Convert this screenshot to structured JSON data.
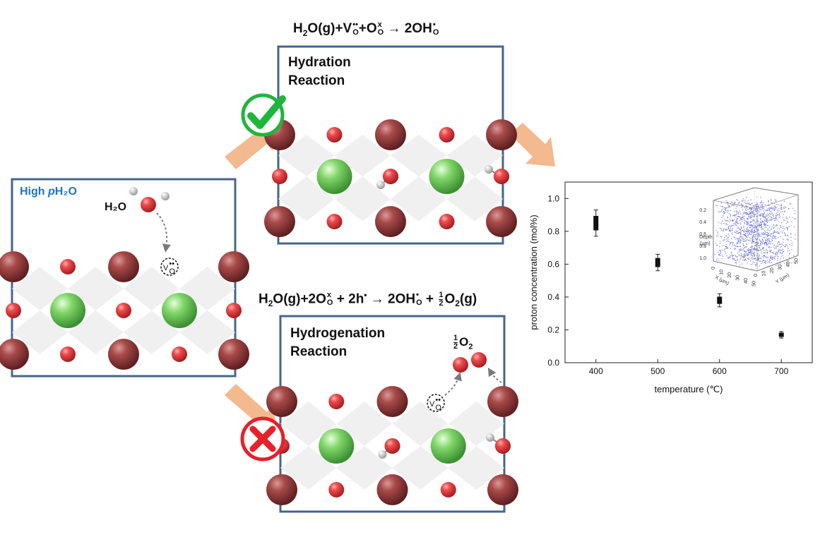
{
  "left_panel": {
    "title_prefix": "High ",
    "title_p": "p",
    "title_suffix": "H₂O",
    "water_label": "H₂O",
    "vacancy_label": "V",
    "vacancy_sub": "O",
    "vacancy_sup": "••"
  },
  "top_panel": {
    "title_line1": "Hydration",
    "title_line2": "Reaction",
    "equation": {
      "part1": "H",
      "part1_sub": "2",
      "part2": "O(g)+V",
      "v_sup": "••",
      "v_sub": "O",
      "part3": "+O",
      "o_sup": "x",
      "o_sub": "O",
      "arrow": " → 2OH",
      "oh_sup": "•",
      "oh_sub": "O"
    },
    "status": "success"
  },
  "bottom_panel": {
    "title_line1": "Hydrogenation",
    "title_line2": "Reaction",
    "o2_frac_num": "1",
    "o2_frac_den": "2",
    "o2_label": "O",
    "o2_sub": "2",
    "equation": {
      "part1": "H",
      "part1_sub": "2",
      "part2": "O(g)+2O",
      "o_sup": "x",
      "o_sub": "O",
      "part3": " + 2h",
      "h_sup": "•",
      "arrow": " → 2OH",
      "oh_sup": "•",
      "oh_sub": "O",
      "plus": " + ",
      "frac_num": "1",
      "frac_den": "2",
      "o2": "O",
      "o2_sub": "2",
      "o2_tail": "(g)"
    },
    "status": "failure"
  },
  "colors": {
    "box_border": "#46658c",
    "title_blue": "#1f74c4",
    "arrow_orange": "#f3b98f",
    "check_green": "#1fb53d",
    "cross_red": "#e8202a",
    "oxygen": "#e0393c",
    "cation_large": "#9a3c3c",
    "cation_green": "#6fcd5d"
  },
  "chart_data": {
    "type": "scatter",
    "xlabel": "temperature (℃)",
    "ylabel": "proton concentration (mol%)",
    "xlim": [
      350,
      750
    ],
    "ylim": [
      0.0,
      1.1
    ],
    "x_ticks": [
      400,
      500,
      600,
      700
    ],
    "y_ticks": [
      0.0,
      0.2,
      0.4,
      0.6,
      0.8,
      1.0
    ],
    "points": [
      {
        "x": 400,
        "y": 0.85,
        "err": 0.08
      },
      {
        "x": 500,
        "y": 0.61,
        "err": 0.05
      },
      {
        "x": 600,
        "y": 0.38,
        "err": 0.04
      },
      {
        "x": 700,
        "y": 0.17,
        "err": 0.02
      }
    ],
    "inset": {
      "z_label": "Depth",
      "z_unit": "(μm)",
      "z_ticks": [
        "0.2",
        "0.4",
        "0.6",
        "0.8",
        "1.0"
      ],
      "x_label": "X (μm)",
      "x_ticks": [
        "0",
        "10",
        "20",
        "30",
        "40",
        "50"
      ],
      "y_label": "Y (μm)",
      "y_ticks": [
        "0",
        "10",
        "20",
        "30",
        "40",
        "50"
      ]
    }
  }
}
